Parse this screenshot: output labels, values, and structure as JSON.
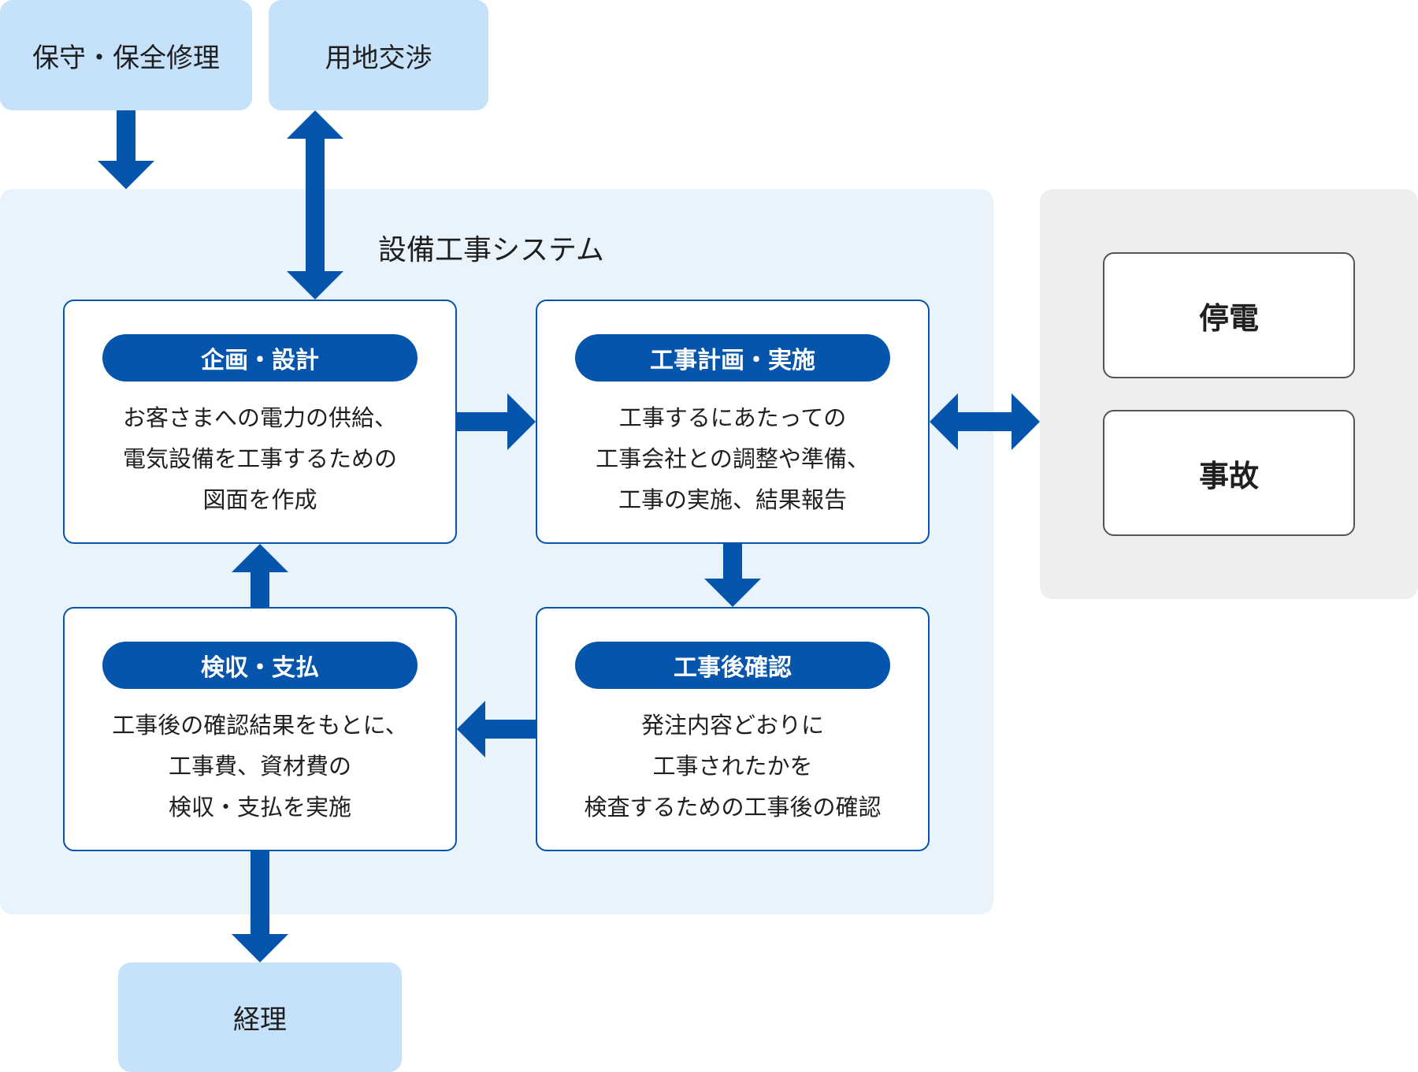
{
  "colors": {
    "primary": "#0555ad",
    "external_box": "#c6e2fb",
    "system_panel": "#e8f3fc",
    "incident_panel": "#eeeeee"
  },
  "external": {
    "maintenance": "保守・保全修理",
    "land": "用地交渉",
    "accounting": "経理"
  },
  "system": {
    "title": "設備工事システム",
    "steps": {
      "planning": {
        "title": "企画・設計",
        "lines": [
          "お客さまへの電力の供給、",
          "電気設備を工事するための",
          "図面を作成"
        ]
      },
      "execution": {
        "title": "工事計画・実施",
        "lines": [
          "工事するにあたっての",
          "工事会社との調整や準備、",
          "工事の実施、結果報告"
        ]
      },
      "inspection": {
        "title": "工事後確認",
        "lines": [
          "発注内容どおりに",
          "工事されたかを",
          "検査するための工事後の確認"
        ]
      },
      "payment": {
        "title": "検収・支払",
        "lines": [
          "工事後の確認結果をもとに、",
          "工事費、資材費の",
          "検収・支払を実施"
        ]
      }
    }
  },
  "incidents": {
    "outage": "停電",
    "accident": "事故"
  }
}
